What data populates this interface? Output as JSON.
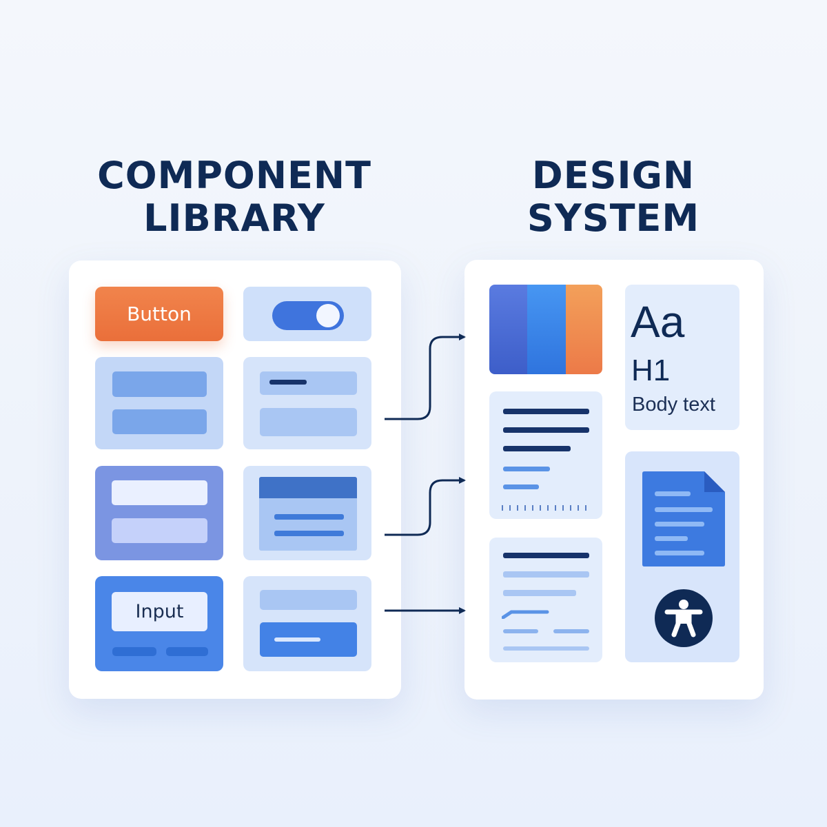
{
  "titles": {
    "left_line1": "COMPONENT",
    "left_line2": "LIBRARY",
    "right_line1": "DESIGN",
    "right_line2": "SYSTEM"
  },
  "component_library": {
    "button_label": "Button",
    "input_label": "Input"
  },
  "design_system": {
    "typography": {
      "sample": "Aa",
      "heading": "H1",
      "body": "Body text"
    },
    "palette_colors": [
      "#4a6bd6",
      "#3d8aef",
      "#f0915a"
    ]
  },
  "colors": {
    "heading": "#0f2a55",
    "accent_orange": "#ea6f3a",
    "accent_blue": "#4a86e8",
    "connector": "#0f2a55"
  },
  "icons": [
    "document-icon",
    "accessibility-icon",
    "arrow-right-icon",
    "toggle-icon"
  ]
}
